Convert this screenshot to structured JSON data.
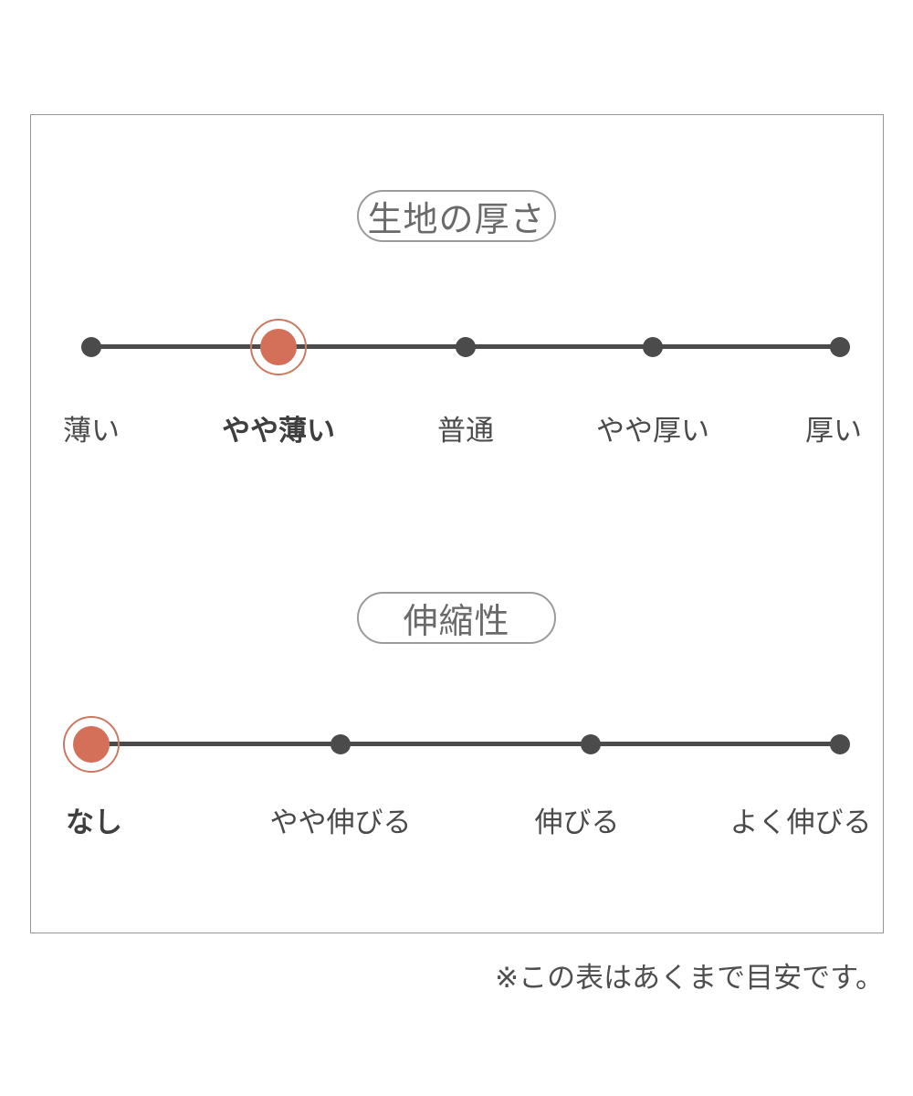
{
  "page": {
    "background": "#ffffff",
    "note": "※この表はあくまで目安です。"
  },
  "colors": {
    "accent_dot": "#d4705a",
    "accent_ring": "#cb7a62",
    "track_and_dots": "#4b4b4b",
    "label_text": "#4a4a4a",
    "title_text": "#6a6a6a",
    "pill_border": "#9b9b9b",
    "frame_border": "#979797"
  },
  "chart_data": [
    {
      "type": "scale",
      "title": "生地の厚さ",
      "options": [
        "薄い",
        "やや薄い",
        "普通",
        "やや厚い",
        "厚い"
      ],
      "selected_index": 1,
      "selected_label": "やや薄い",
      "num_points": 5
    },
    {
      "type": "scale",
      "title": "伸縮性",
      "options": [
        "なし",
        "やや伸びる",
        "伸びる",
        "よく伸びる"
      ],
      "selected_index": 0,
      "selected_label": "なし",
      "num_points": 4
    }
  ]
}
